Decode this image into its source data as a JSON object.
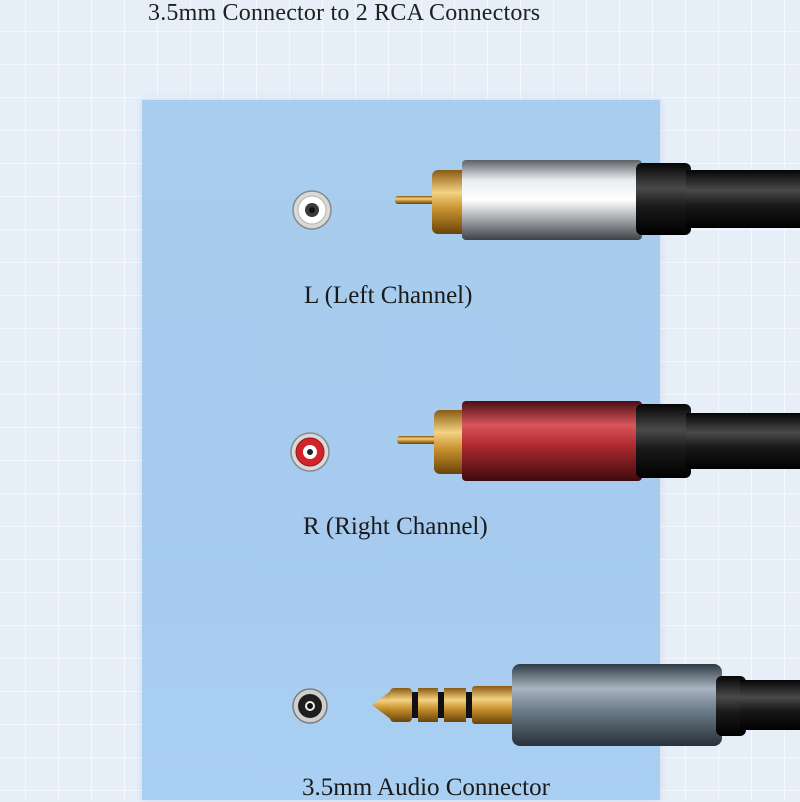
{
  "title": "3.5mm Connector to 2 RCA Connectors",
  "connectors": [
    {
      "label": "L (Left Channel)",
      "icon": "rca-jack-white-icon",
      "plug": "rca-plug-silver",
      "jack_color": "#ffffff"
    },
    {
      "label": "R (Right Channel)",
      "icon": "rca-jack-red-icon",
      "plug": "rca-plug-red",
      "jack_color": "#d4242b"
    },
    {
      "label": "3.5mm Audio Connector",
      "icon": "audio-jack-3.5mm-icon",
      "plug": "trrs-plug-3.5mm",
      "jack_color": "#1a1a1a"
    }
  ],
  "colors": {
    "background": "#e6eef8",
    "panel": "#a8cdef",
    "gold": "#d8a73a",
    "silver_shell": "#c9ccd0",
    "red_shell": "#b02a30",
    "gray_shell": "#6f7f8c",
    "cable": "#1c1c1c"
  }
}
